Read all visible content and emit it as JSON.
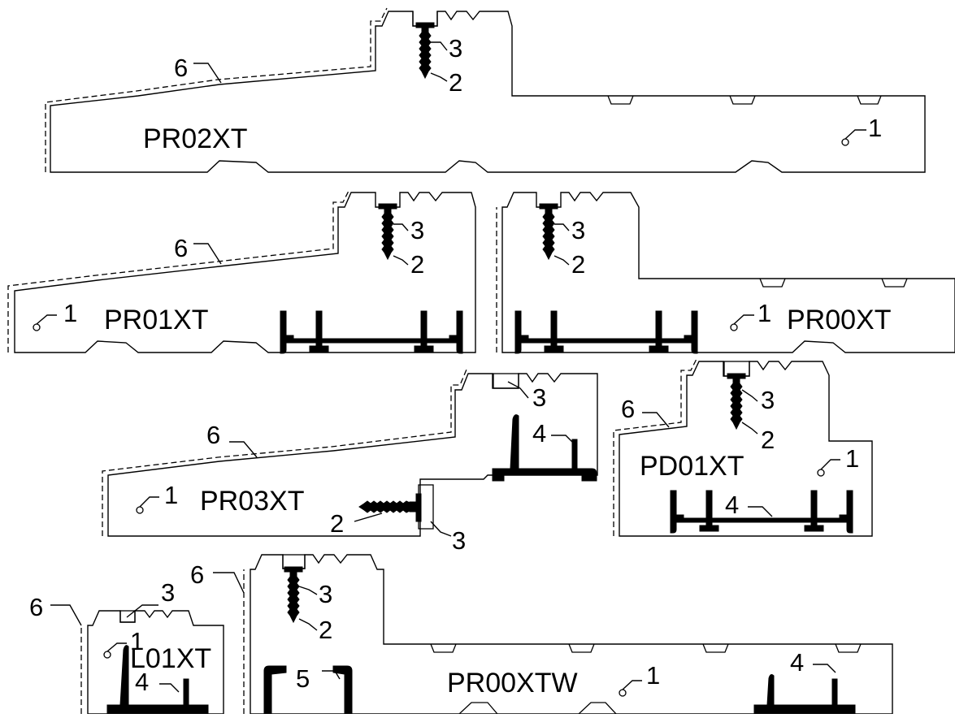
{
  "profiles": [
    {
      "id": "pr02xt",
      "label": "PR02XT"
    },
    {
      "id": "pr01xt",
      "label": "PR01XT"
    },
    {
      "id": "pr00xt",
      "label": "PR00XT"
    },
    {
      "id": "pr03xt",
      "label": "PR03XT"
    },
    {
      "id": "pd01xt",
      "label": "PD01XT"
    },
    {
      "id": "l01xt",
      "label": "L01XT"
    },
    {
      "id": "pr00xtw",
      "label": "PR00XTW"
    }
  ],
  "callouts": {
    "c1": "1",
    "c2": "2",
    "c3": "3",
    "c4": "4",
    "c5": "5",
    "c6": "6"
  }
}
